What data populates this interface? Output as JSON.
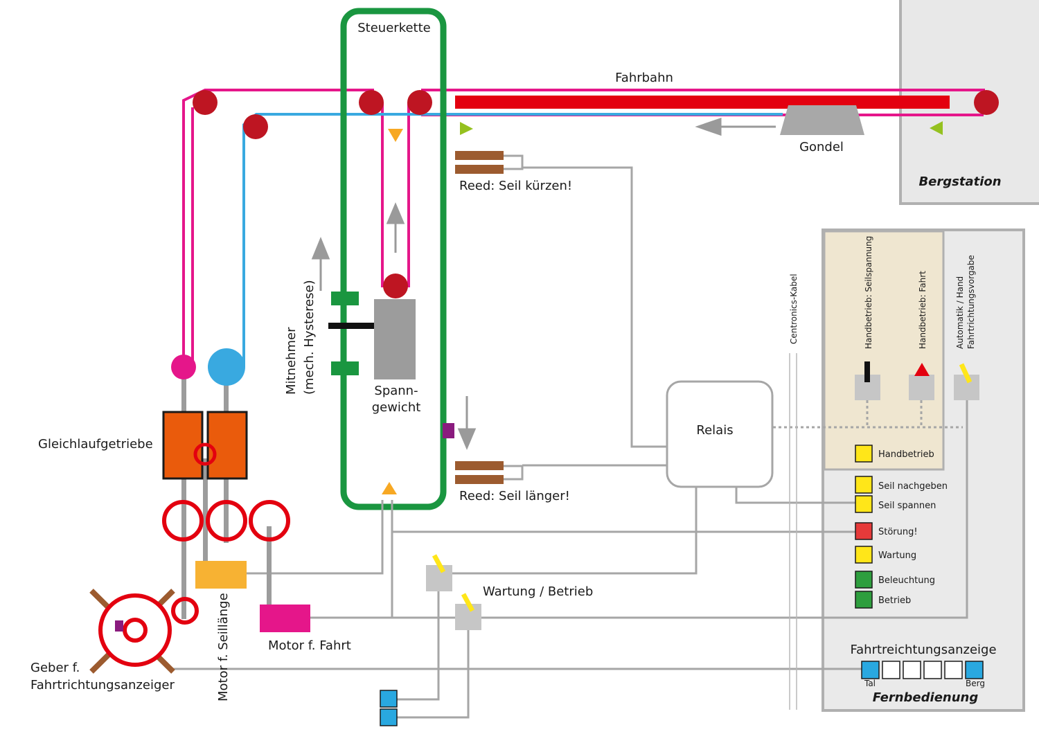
{
  "labels": {
    "steuerkette": "Steuerkette",
    "fahrbahn": "Fahrbahn",
    "gondel": "Gondel",
    "bergstation": "Bergstation",
    "reed_kuerzen": "Reed: Seil kürzen!",
    "reed_laenger": "Reed: Seil länger!",
    "mitnehmer_1": "Mitnehmer",
    "mitnehmer_2": "(mech. Hysterese)",
    "spann_1": "Spann-",
    "spann_2": "gewicht",
    "gleichlauf": "Gleichlaufgetriebe",
    "relais": "Relais",
    "centronics": "Centronics-Kabel",
    "wartung_betrieb": "Wartung / Betrieb",
    "motor_fahrt": "Motor f. Fahrt",
    "motor_seillaenge": "Motor f. Seillänge",
    "geber_1": "Geber f.",
    "geber_2": "Fahrtrichtungsanzeiger",
    "fahrtrichtungsanzeige": "Fahrtreichtungsanzeige",
    "tal": "Tal",
    "berg": "Berg",
    "fernbedienung": "Fernbedienung"
  },
  "panel": {
    "switch_labels": [
      "Handbetrieb: Seilspannung",
      "Handbetrieb: Fahrt",
      "Automatik / Hand",
      "Fahrtrichtungsvorgabe"
    ],
    "indicators": [
      {
        "label": "Handbetrieb",
        "color": "#ffe619"
      },
      {
        "label": "Seil nachgeben",
        "color": "#ffe619"
      },
      {
        "label": "Seil spannen",
        "color": "#ffe619"
      },
      {
        "label": "Störung!",
        "color": "#e63a3a"
      },
      {
        "label": "Wartung",
        "color": "#ffe619"
      },
      {
        "label": "Beleuchtung",
        "color": "#2e9e3e"
      },
      {
        "label": "Betrieb",
        "color": "#2e9e3e"
      }
    ]
  },
  "colors": {
    "magenta": "#e5168a",
    "blue": "#39a9e0",
    "green": "#1a9640",
    "red_rail": "#e3000f",
    "pulley": "#be1522",
    "grey": "#a6a6a6",
    "orange": "#ea5b0c",
    "yellow": "#ffe619",
    "cyan": "#29a8e0"
  }
}
